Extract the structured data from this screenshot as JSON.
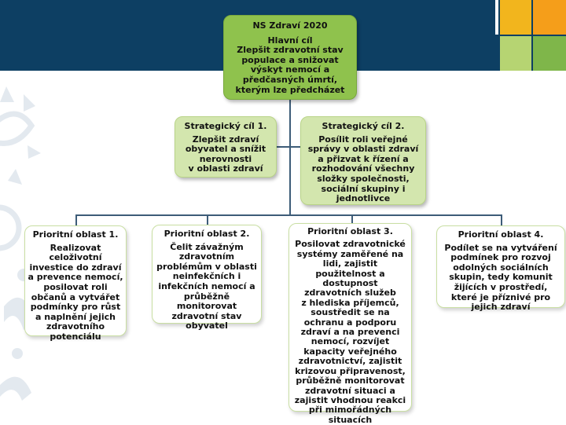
{
  "top_goal": {
    "title": "NS Zdraví 2020",
    "subtitle": "Hlavní cíl",
    "text": "Zlepšit zdravotní stav\npopulace a snižovat\nvýskyt nemocí a\npředčasných úmrtí,\nkterým lze předcházet"
  },
  "strategic_goals": [
    {
      "title": "Strategický cíl 1.",
      "text": "Zlepšit zdraví\nobyvatel a snížit\nnerovnosti\nv oblasti zdraví"
    },
    {
      "title": "Strategický cíl 2.",
      "text": "Posílit roli veřejné\nsprávy v oblasti zdraví\na přizvat k řízení a\nrozhodování všechny\nsložky společnosti,\nsociální skupiny i\njednotlivce"
    }
  ],
  "priority_areas": [
    {
      "title": "Prioritní oblast  1.",
      "text": "Realizovat\nceloživotní\ninvestice do zdraví\na prevence nemocí,\nposilovat roli\nobčanů  a vytvářet\npodmínky pro růst\na naplnění jejich\nzdravotního\npotenciálu"
    },
    {
      "title": "Prioritní oblast  2.",
      "text": "Čelit závažným\nzdravotním\nproblémům v oblasti\nneinfekčních i\ninfekčních nemocí  a\nprůběžně\nmonitorovat\nzdravotní stav\nobyvatel"
    },
    {
      "title": "Prioritní oblast  3.",
      "text": "Posilovat zdravotnické\nsystémy zaměřené na\nlidi, zajistit\npoužitelnost a\ndostupnost\nzdravotních služeb\nz hlediska příjemců,\nsoustředit se na\nochranu a podporu\nzdraví a na prevenci\nnemocí, rozvíjet\nkapacity veřejného\nzdravotnictví, zajistit\nkrizovou připravenost,\nprůběžně monitorovat\nzdravotní situaci a\nzajistit vhodnou reakci\npři mimořádných\nsituacích"
    },
    {
      "title": "Prioritní oblast  4.",
      "text": "Podílet se na vytváření\npodmínek pro rozvoj\nodolných sociálních\nskupin, tedy komunit\nžijících v prostředí,\nkteré je příznivé pro\njejich zdraví"
    }
  ],
  "colors": {
    "header": "#0d3f63",
    "accent_yellow": "#f2b51d",
    "accent_orange": "#f59e1a",
    "box_green": "#8fc24d",
    "box_light": "#d3e6ae",
    "line": "#3d5c78"
  }
}
